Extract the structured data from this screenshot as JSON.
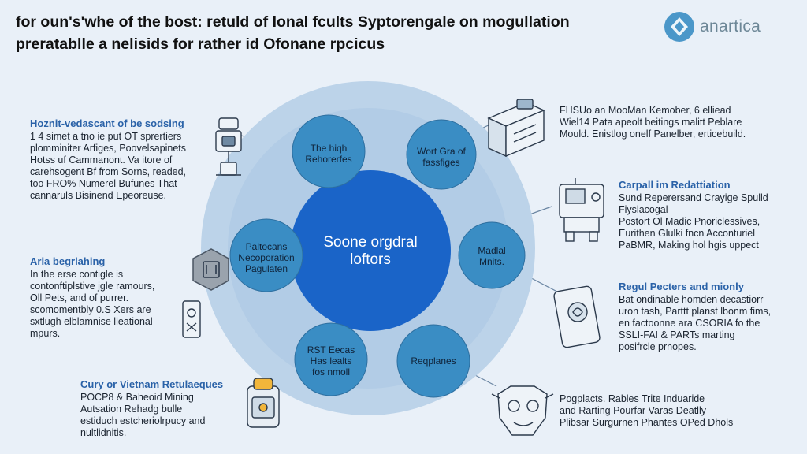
{
  "header": {
    "title_line1": "for oun's'whe of the bost: retuld of lonal fcults Syptorengale on mogullation",
    "title_line2": "preratablle a nelisids for rather id Ofonane rpcicus",
    "logo_text": "anartica"
  },
  "center": {
    "line1": "Soone orgdral",
    "line2": "loftors"
  },
  "nodes": [
    {
      "line1": "The hiqh",
      "line2": "Rehorerfes"
    },
    {
      "line1": "Wort Gra of",
      "line2": "fassfiges"
    },
    {
      "line1": "Madlal",
      "line2": "Mnits."
    },
    {
      "line1": "Reqplanes",
      "line2": ""
    },
    {
      "line1": "RST Eecas",
      "line2": "Has lealts",
      "line3": "fos nmoll"
    },
    {
      "line1": "Paltocans",
      "line2": "Necoporation",
      "line3": "Pagulaten"
    }
  ],
  "left_blocks": [
    {
      "heading": "Hoznit-vedascant of be sodsing",
      "lines": [
        "1 4 simet a tno ie put OT sprertiers",
        "plomminiter Arfiges, Poovelsapinets",
        "Hotss uf Cammanont. Va itore of",
        "carehsogent Bf from Sorns, readed,",
        "too FRO% Numerel Bufunes That",
        "cannaruls Bisinend Epeoreuse."
      ]
    },
    {
      "heading": "Aria begrlahing",
      "lines": [
        "In the erse contigle is",
        "contonftiplstive jgle ramours,",
        "Oll Pets, and of purrer.",
        "scomomentbly 0.S Xers are",
        "sxtlugh elblamnise lleational",
        "mpurs."
      ]
    },
    {
      "heading": "Cury or Vietnam Retulaeques",
      "lines": [
        "POCP8 & Baheoid Mining",
        "Autsation Rehadg bulle",
        "estiduch estcheriolrpucy and",
        "nultlidnitis."
      ]
    }
  ],
  "right_blocks": [
    {
      "heading": "",
      "lines": [
        "FHSUo an MooMan Kemober, 6 elliead",
        "Wiel14 Pata apeolt beitings malitt Peblare",
        "Mould. Enistlog onelf Panelber, erticebuild."
      ]
    },
    {
      "heading": "Carpall im Redattiation",
      "lines": [
        "Sund Reperersand Crayige Spulld",
        "Fiyslacogal",
        "Postort Ol Madic Pnoriclessives,",
        "Eurithen Glulki fncn Acconturiel",
        "PaBMR, Making hol hgis uppect"
      ]
    },
    {
      "heading": "Regul Pecters and mionly",
      "lines": [
        "Bat ondinable homden decastiorr-",
        "uron tash, Parttt planst lbonm fims,",
        "en factoonne ara CSORIA fo the",
        "SSLI-FAI & PARTs marting",
        "posifrcle prnopes."
      ]
    },
    {
      "heading": "",
      "lines": [
        "Pogplacts. Rables Trite Induaride",
        "and Rarting Pourfar Varas Deatlly",
        "Plibsar Surgurnen Phantes OPed Dhols"
      ]
    }
  ],
  "colors": {
    "background": "#e9f0f8",
    "outer_ring": "#bcd3e9",
    "node": "#3a8dc4",
    "center": "#1a64c8",
    "heading": "#2a62a8",
    "logo": "#4b97c9"
  }
}
